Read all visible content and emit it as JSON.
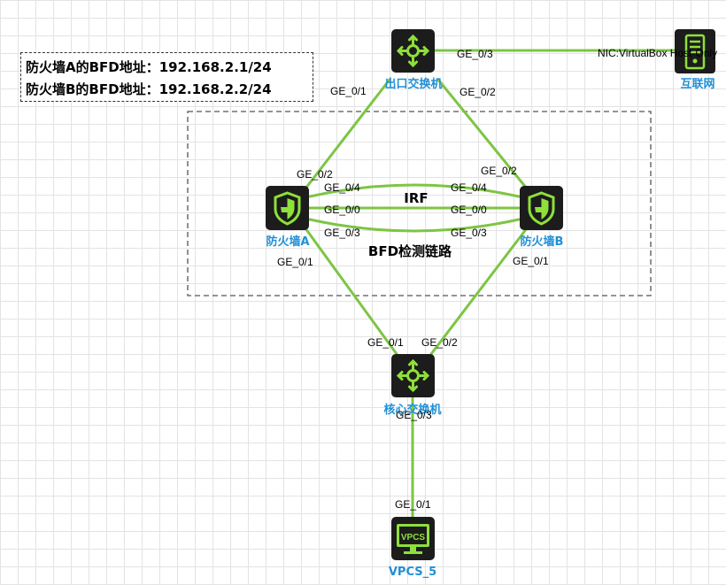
{
  "info_box": {
    "line1": "防火墙A的BFD地址：192.168.2.1/24",
    "line2": "防火墙B的BFD地址：192.168.2.2/24"
  },
  "devices": {
    "exit_switch": "出口交换机",
    "internet": "互联网",
    "firewall_a": "防火墙A",
    "firewall_b": "防火墙B",
    "core_switch": "核心交换机",
    "vpcs": "VPCS_5",
    "vpcs_screen": "VPCS"
  },
  "labels": {
    "irf": "IRF",
    "bfd_link": "BFD检测链路",
    "nic": "NIC:VirtualBox Host-Only"
  },
  "ports": {
    "exit_ge03": "GE_0/3",
    "exit_ge01": "GE_0/1",
    "exit_ge02": "GE_0/2",
    "fwa_ge02": "GE_0/2",
    "fwa_ge04": "GE_0/4",
    "fwa_ge00": "GE_0/0",
    "fwa_ge03": "GE_0/3",
    "fwa_ge01": "GE_0/1",
    "fwb_ge02": "GE_0/2",
    "fwb_ge04": "GE_0/4",
    "fwb_ge00": "GE_0/0",
    "fwb_ge03": "GE_0/3",
    "fwb_ge01": "GE_0/1",
    "core_ge01": "GE_0/1",
    "core_ge02": "GE_0/2",
    "core_ge03": "GE_0/3",
    "vpcs_ge01": "GE_0/1"
  },
  "colors": {
    "link": "#7dc544",
    "icon_bg": "#1c1c1c",
    "icon_fg": "#8ee03a",
    "label": "#1f8fd6"
  }
}
